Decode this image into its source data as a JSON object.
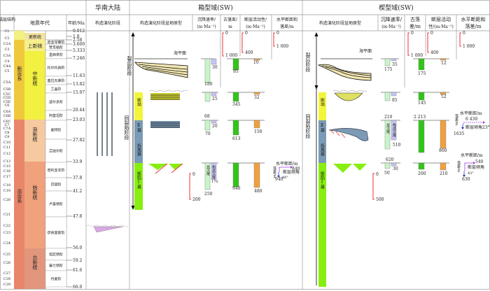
{
  "header": {
    "south_china": "华南大陆",
    "box_domain": "箱型域(SW)",
    "wedge_domain": "楔型域(SW)"
  },
  "columns": {
    "magnetic": "磁层结构",
    "geo_age": "地质年代",
    "age_ma": "年龄/Ma",
    "tectonic_stage": "构造演化阶段",
    "box_basin": "构造演化阶段盆地原型",
    "box_subsidence": [
      "沉降速率/",
      "(m·Ma⁻¹)"
    ],
    "box_paleo": [
      "古落差/",
      "m"
    ],
    "box_fault": [
      "断层活动性/",
      "(m·Ma⁻¹)"
    ],
    "box_horiz": [
      "水平断距和",
      "落差/m"
    ],
    "wedge_basin": "构造演化阶段盆地原型",
    "wedge_subsidence": [
      "沉降速率/",
      "(m·Ma⁻¹)"
    ],
    "wedge_paleo": [
      "古落",
      "差/m"
    ],
    "wedge_fault": [
      "断层活动",
      "性/(m·Ma⁻¹)"
    ],
    "wedge_horiz": [
      "水平断距和",
      "落差/m"
    ]
  },
  "chrons": [
    "C1",
    "C2",
    "C2A",
    "C3",
    "C3A",
    "C4",
    "C4A",
    "C5",
    "C5A",
    "C5B",
    "C5C",
    "C5D",
    "C5E",
    "C6",
    "C6A",
    "C6B",
    "C6C",
    "C7",
    "C7A",
    "C8",
    "C9",
    "C10",
    "C11",
    "C12",
    "C13",
    "C15",
    "C16",
    "C17",
    "C18",
    "C19",
    "C20",
    "C21",
    "C22",
    "C23",
    "C24",
    "C25",
    "C26",
    "C27",
    "C28",
    "C29"
  ],
  "systems": {
    "neogene": "新近系",
    "paleogene": "古近系"
  },
  "series": {
    "pleistocene": "更新统",
    "pliocene": "上新统",
    "miocene": "中新统",
    "oligocene": "渐新统",
    "eocene": "始新统",
    "paleocene": "古新统"
  },
  "stages": [
    "皮亚琴察阶",
    "赞克勒阶",
    "墨西拿阶",
    "托尔托纳阶",
    "塞拉瓦莱阶",
    "兰盖阶",
    "波尔多阶",
    "阿基坦阶",
    "夏特阶",
    "吕珀尔阶",
    "普利亚本阶",
    "巴顿阶",
    "卢泰特阶",
    "伊普里斯阶",
    "坦尼特阶",
    "塞兰特阶",
    "丹麦阶"
  ],
  "ages": [
    "0.012",
    "1.8",
    "2.58",
    "3.600",
    "5.333",
    "7.246",
    "11.63",
    "13.82",
    "15.97",
    "20.44",
    "23.03",
    "27.82",
    "33.9",
    "37.8",
    "41.2",
    "47.8",
    "56.0",
    "59.2",
    "61.6",
    "66.0"
  ],
  "phases": {
    "post_rift": "裂后阶段",
    "syn_rift": "同裂陷阶段",
    "sag": "断坳",
    "phase2": "Ⅱ幕",
    "detachment": "拆离幕",
    "rift1": "断陷Ⅰ幕",
    "sea_level": "海平面"
  },
  "bar_labels": {
    "total": "总沉降",
    "tectonic": "构造沉降"
  },
  "colors": {
    "total": "#c8f5c8",
    "tectonic": "#c4c4f2",
    "paleo": "#33c41a",
    "fault": "#f0a040",
    "scale": "#e83030",
    "sag": "#f2f53c",
    "detach": "#7a9ab5",
    "rift": "#88ee10"
  },
  "box": {
    "scales": {
      "paleo": [
        "0",
        "1 000"
      ],
      "fault": [
        "0",
        "400"
      ],
      "horiz": [
        "0",
        "1 000"
      ],
      "rift_scale": [
        "0",
        "200"
      ]
    },
    "post_rift": {
      "total": "180",
      "tectonic": "30",
      "paleo": "95",
      "fault": "10"
    },
    "sag": {
      "total": "68",
      "tectonic": "25",
      "paleo": "345",
      "fault": "32"
    },
    "detachment": {
      "total": "70",
      "tectonic": "20",
      "paleo": "613",
      "fault": "150"
    },
    "rift1": {
      "total": "250",
      "tectonic": "170",
      "paleo": "940",
      "fault": "480",
      "horiz_title": "水平断距/m",
      "horiz": "840",
      "throw_label": "落差/m",
      "dip_label": "断层倾角",
      "dip": "48°",
      "throw": "940"
    }
  },
  "wedge": {
    "scales": {
      "paleo": [
        "0",
        "1 000"
      ],
      "fault": [
        "0",
        "400"
      ],
      "horiz": [
        "0",
        "1 000"
      ],
      "rift_scale": [
        "0",
        "500"
      ]
    },
    "post_rift": {
      "total": "175",
      "tectonic": "35",
      "paleo": "175",
      "fault": "12"
    },
    "sag": {
      "tectonic": "85",
      "paleo": "145",
      "fault": "52"
    },
    "detachment": {
      "total": "210",
      "tectonic": "510",
      "paleo": "2 213",
      "fault": "860",
      "horiz_title": "水平断距/m",
      "horiz": "6 430",
      "throw_label": "落差/m",
      "dip_label": "断层倾角23°",
      "throw": "1635"
    },
    "rift1": {
      "total": "50",
      "total_top": "620",
      "tectonic": "30",
      "paleo": "200",
      "fault": "210",
      "horiz_title": "水平断距/m",
      "horiz": "540",
      "throw_label": "落差/m",
      "dip_label": "断层倾角",
      "dip": "43°",
      "throw": "630"
    }
  }
}
